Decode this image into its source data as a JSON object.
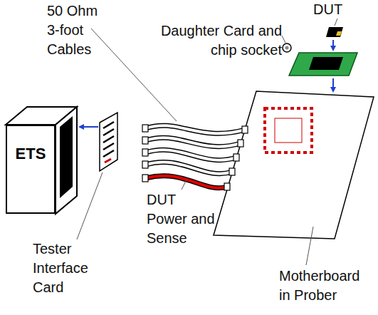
{
  "diagram": {
    "nodes": [
      {
        "text": [
          "ETS"
        ]
      }
    ],
    "labels": [
      "50 Ohm 3-foot Cables",
      "DUT",
      "Daughter Card and chip socket",
      "DUT Power and Sense",
      "Tester Interface Card",
      "Motherboard in Prober"
    ]
  }
}
